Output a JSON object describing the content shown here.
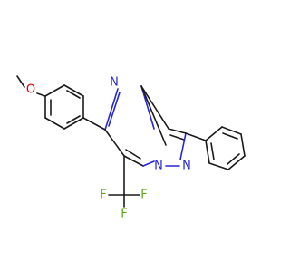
{
  "molecule": {
    "atoms": [
      {
        "symbol": "O",
        "color": "#e00000"
      },
      {
        "symbol": "N",
        "color": "#2626d9"
      },
      {
        "symbol": "N",
        "color": "#2626d9"
      },
      {
        "symbol": "N",
        "color": "#2626d9"
      },
      {
        "symbol": "F",
        "color": "#5ea61a"
      },
      {
        "symbol": "F",
        "color": "#5ea61a"
      },
      {
        "symbol": "F",
        "color": "#5ea61a"
      }
    ]
  }
}
